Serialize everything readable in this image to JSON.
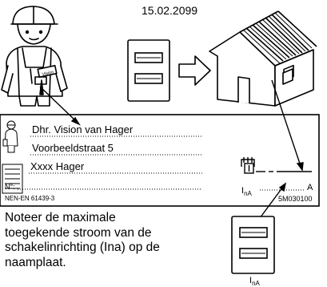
{
  "date": "15.02.2099",
  "nameplate": {
    "name": "Dhr. Vision van Hager",
    "street": "Voorbeeldstraat 5",
    "installer": "Xxxx Hager",
    "number_label": "N°:",
    "standard": "NEN-EN 61439-3",
    "current_symbol": "I",
    "current_subscript": "nA",
    "current_unit": "A",
    "code": "5M030100"
  },
  "worker_badge_text": "Vision",
  "panel_label": {
    "symbol": "I",
    "subscript": "nA"
  },
  "instruction_lines": [
    "Noteer de maximale",
    "toegekende stroom van de",
    "schakelinrichting (Ina) op de",
    "naamplaat."
  ]
}
